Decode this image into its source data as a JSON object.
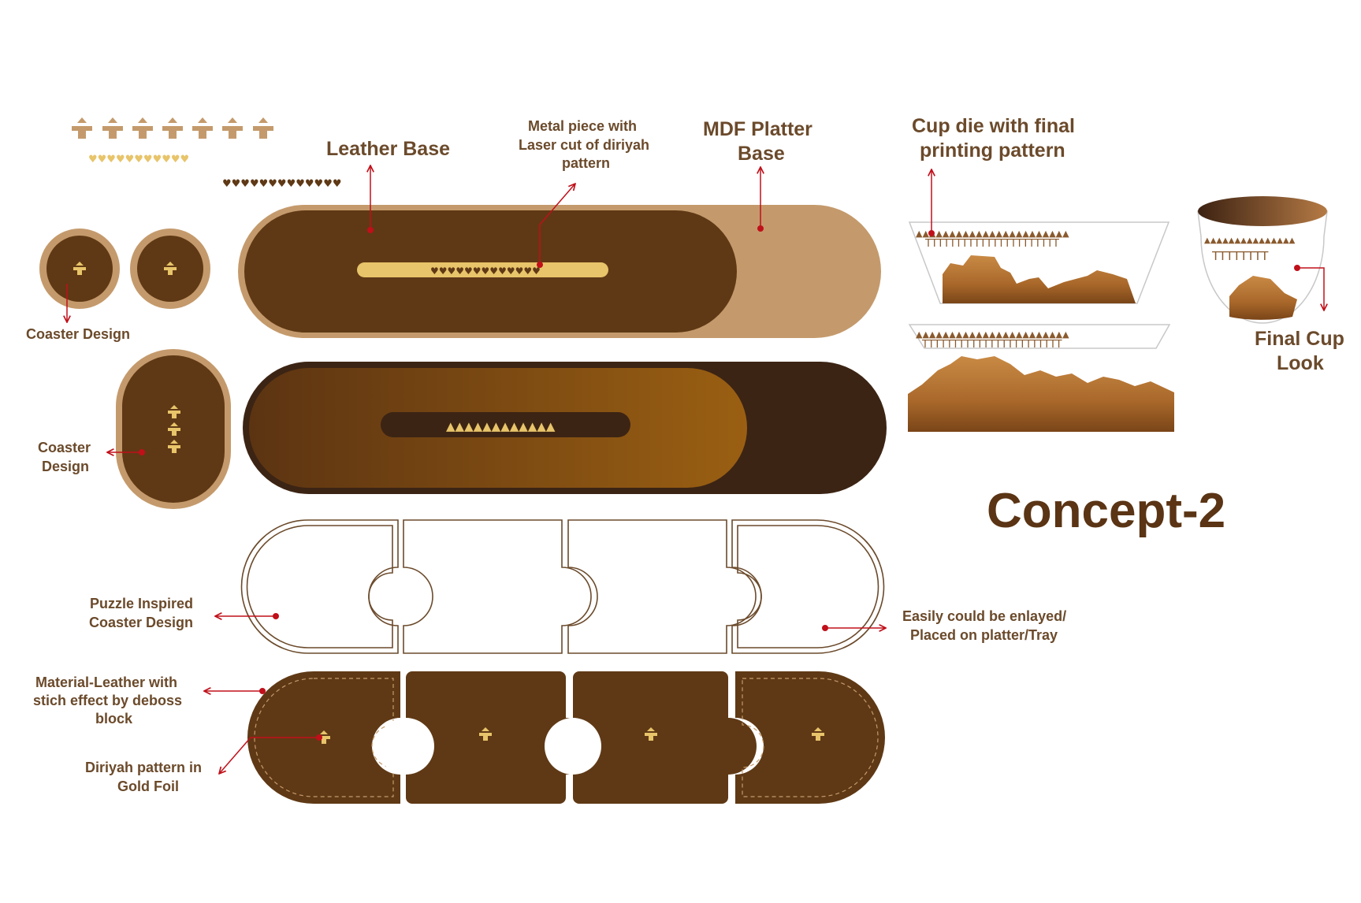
{
  "title": "Concept-2",
  "labels": {
    "leather_base": "Leather Base",
    "metal_piece_1": "Metal piece with",
    "metal_piece_2": "Laser cut of diriyah",
    "metal_piece_3": "pattern",
    "mdf_1": "MDF Platter",
    "mdf_2": "Base",
    "cup_die_1": "Cup die with final",
    "cup_die_2": "printing pattern",
    "final_cup_1": "Final Cup",
    "final_cup_2": "Look",
    "coaster_design_a": "Coaster Design",
    "coaster_design_b1": "Coaster",
    "coaster_design_b2": "Design",
    "puzzle_1": "Puzzle Inspired",
    "puzzle_2": "Coaster Design",
    "enlayed_1": "Easily could be enlayed/",
    "enlayed_2": "Placed on platter/Tray",
    "material_1": "Material-Leather with",
    "material_2": "stich effect by deboss",
    "material_3": "block",
    "gold_1": "Diriyah pattern in",
    "gold_2": "Gold Foil"
  },
  "colors": {
    "dark_brown": "#5f3915",
    "tan": "#c49a6c",
    "gold": "#e8c46a",
    "darkest": "#3c2414",
    "annotation_red": "#c0101a",
    "label_brown": "#6b4a2b"
  }
}
